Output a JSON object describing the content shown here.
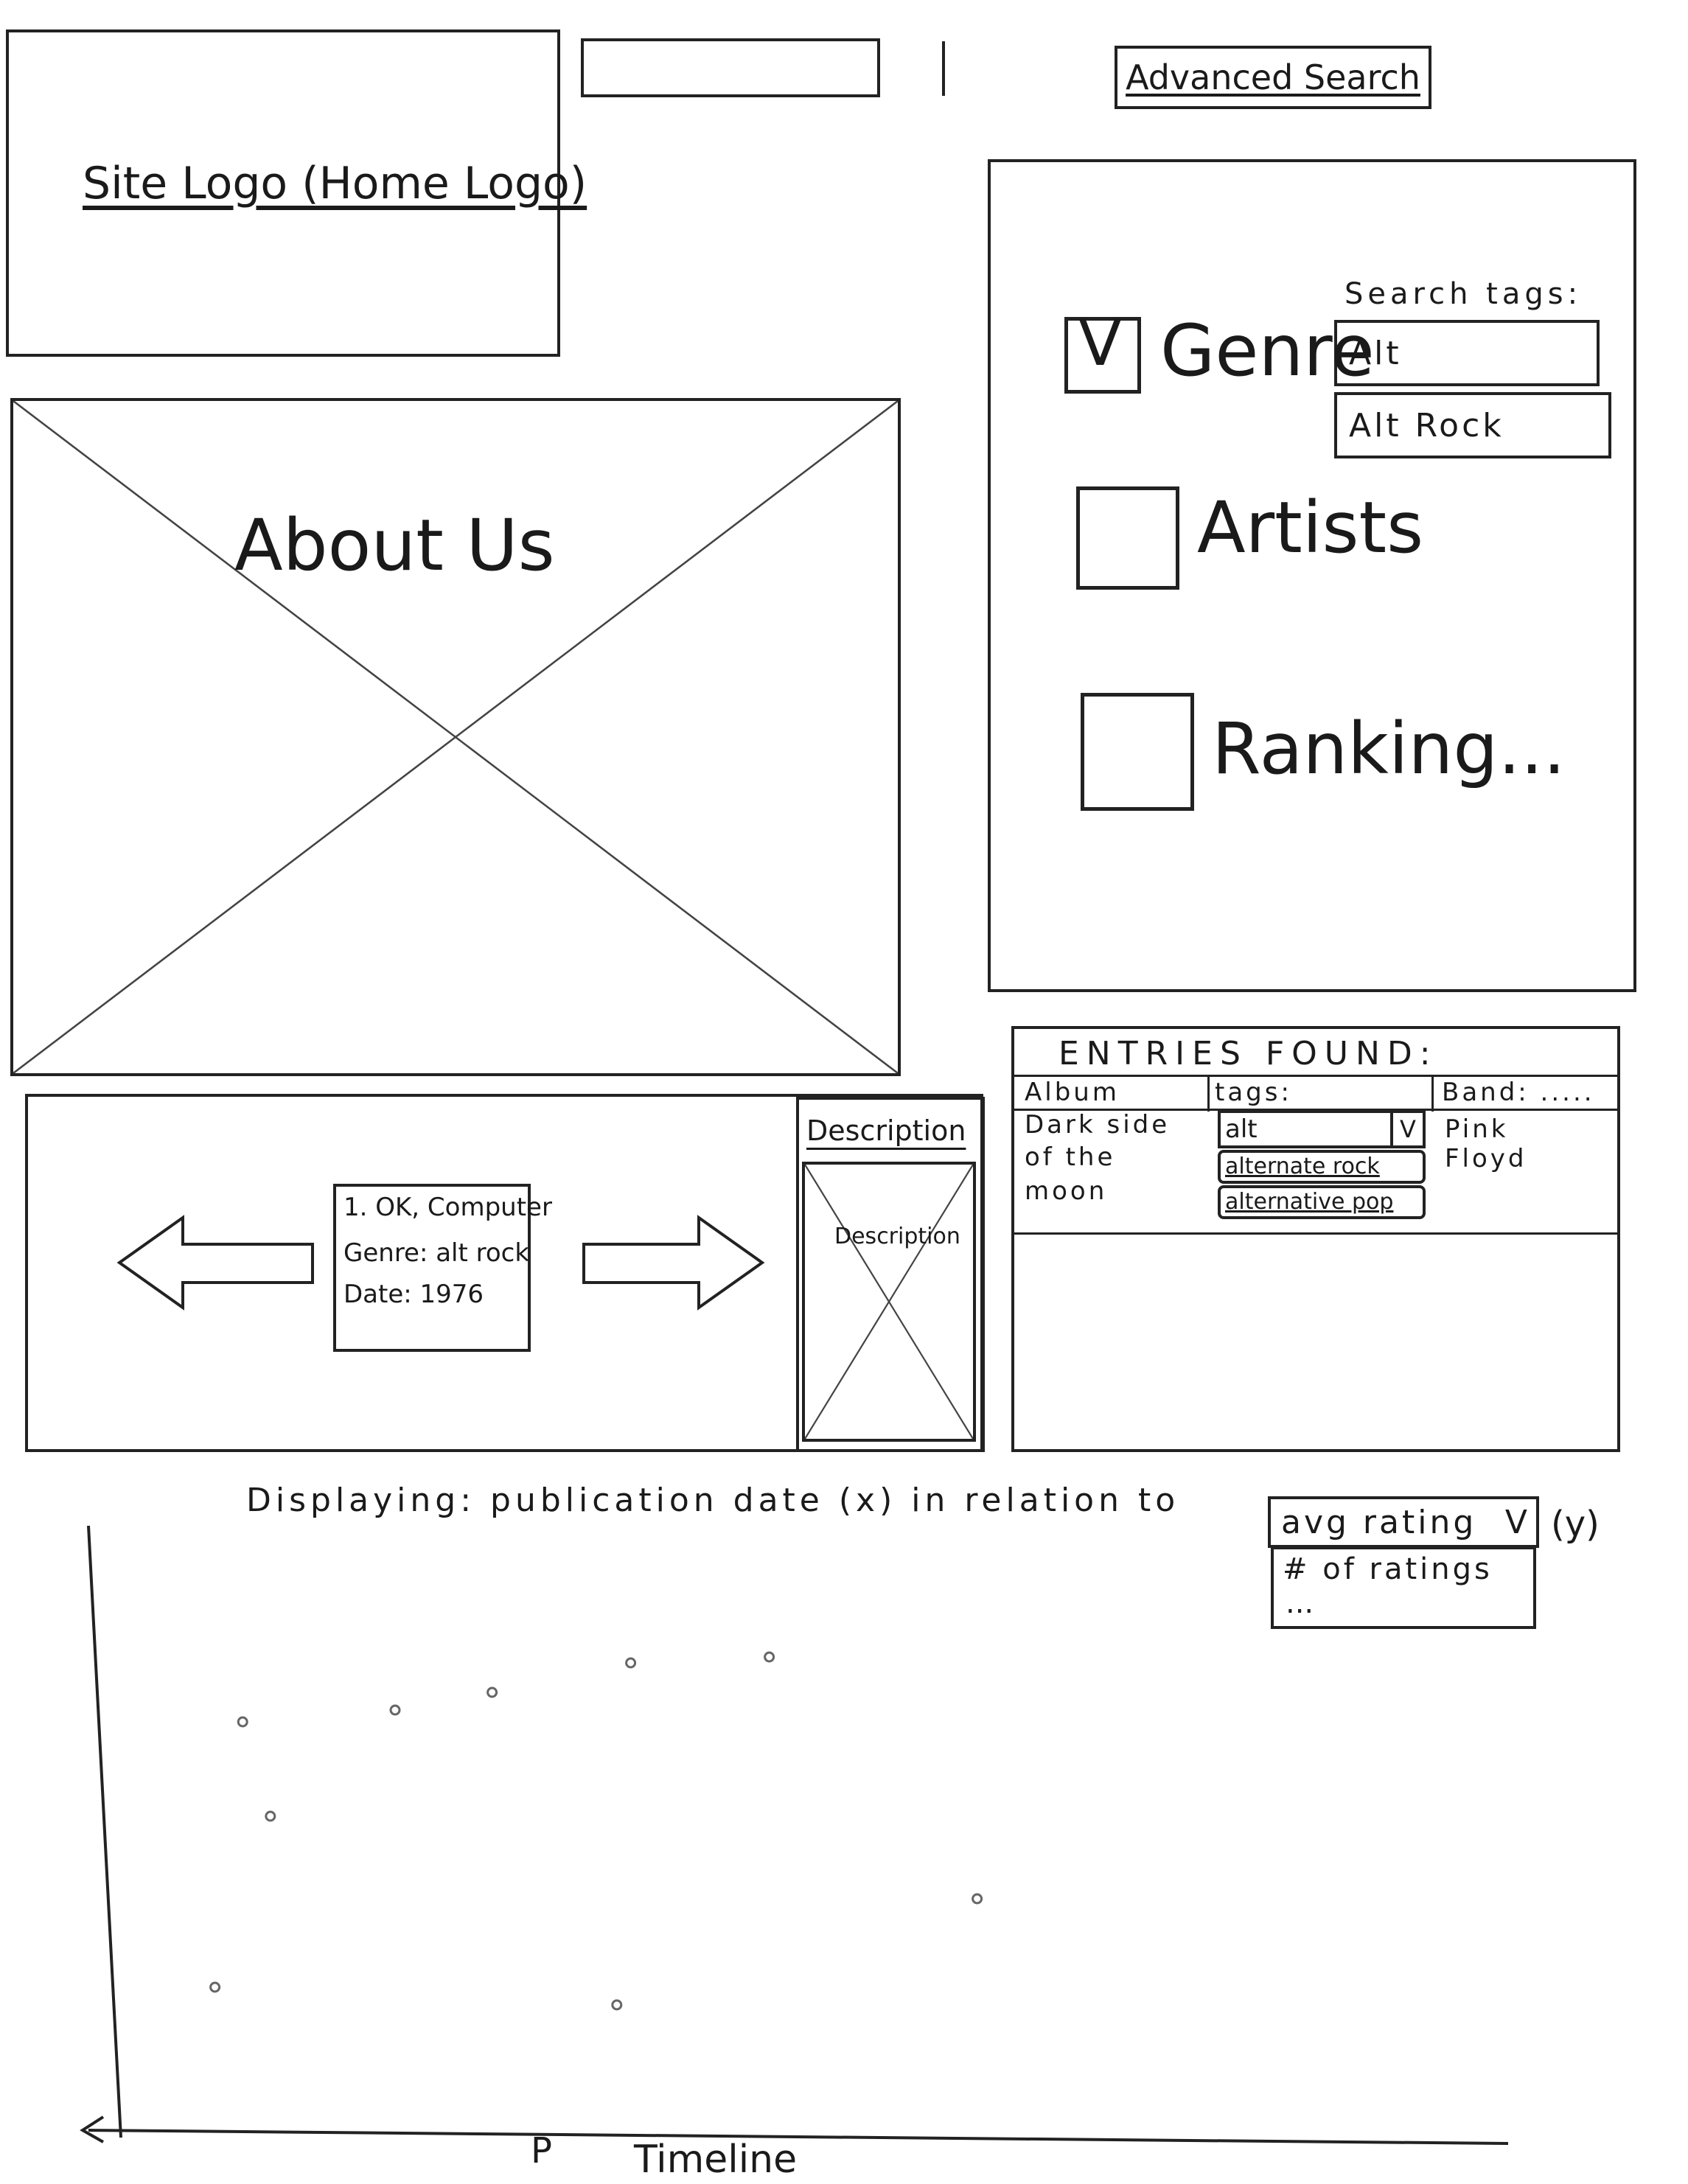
{
  "header": {
    "logo_text": "Site Logo (Home Logo)",
    "search_value": "",
    "advanced_search_label": "Advanced Search"
  },
  "about": {
    "title": "About Us"
  },
  "filter": {
    "search_tags_label": "Search tags:",
    "options": [
      {
        "label": "Genre",
        "checked": true
      },
      {
        "label": "Artists",
        "checked": false
      },
      {
        "label": "Ranking...",
        "checked": false
      }
    ],
    "tag_inputs": [
      "Alt",
      "Alt Rock"
    ],
    "check_mark": "V"
  },
  "carousel": {
    "album_lines": [
      "1. OK, Computer",
      "Genre: alt rock",
      "Date: 1976"
    ],
    "description_title": "Description",
    "description_text": "Description"
  },
  "entries": {
    "title": "ENTRIES FOUND:",
    "columns": [
      "Album",
      "tags:",
      "Band: ....."
    ],
    "rows": [
      {
        "album": [
          "Dark side",
          "of the",
          "moon"
        ],
        "tag_selected": "alt",
        "tag_options": [
          "alternate rock",
          "alternative pop"
        ],
        "band": [
          "Pink",
          "Floyd"
        ]
      }
    ],
    "dropdown_chevron": "V"
  },
  "chart": {
    "caption": "Displaying: publication date (x) in relation to",
    "metric_selected": "avg rating",
    "metric_chevron": "V",
    "metric_options": [
      "# of ratings",
      "..."
    ],
    "y_suffix": "(y)",
    "x_label": "Timeline",
    "p_label": "P"
  },
  "chart_data": {
    "type": "scatter",
    "xlabel": "Timeline",
    "ylabel": "",
    "points": [
      {
        "x": 0.27,
        "y": 0.73
      },
      {
        "x": 0.09,
        "y": 0.68
      },
      {
        "x": 0.2,
        "y": 0.7
      },
      {
        "x": 0.37,
        "y": 0.78
      },
      {
        "x": 0.47,
        "y": 0.79
      },
      {
        "x": 0.11,
        "y": 0.52
      },
      {
        "x": 0.62,
        "y": 0.38
      },
      {
        "x": 0.07,
        "y": 0.23
      },
      {
        "x": 0.36,
        "y": 0.2
      }
    ],
    "xlim": [
      0,
      1
    ],
    "ylim": [
      0,
      1
    ],
    "grid": false
  }
}
